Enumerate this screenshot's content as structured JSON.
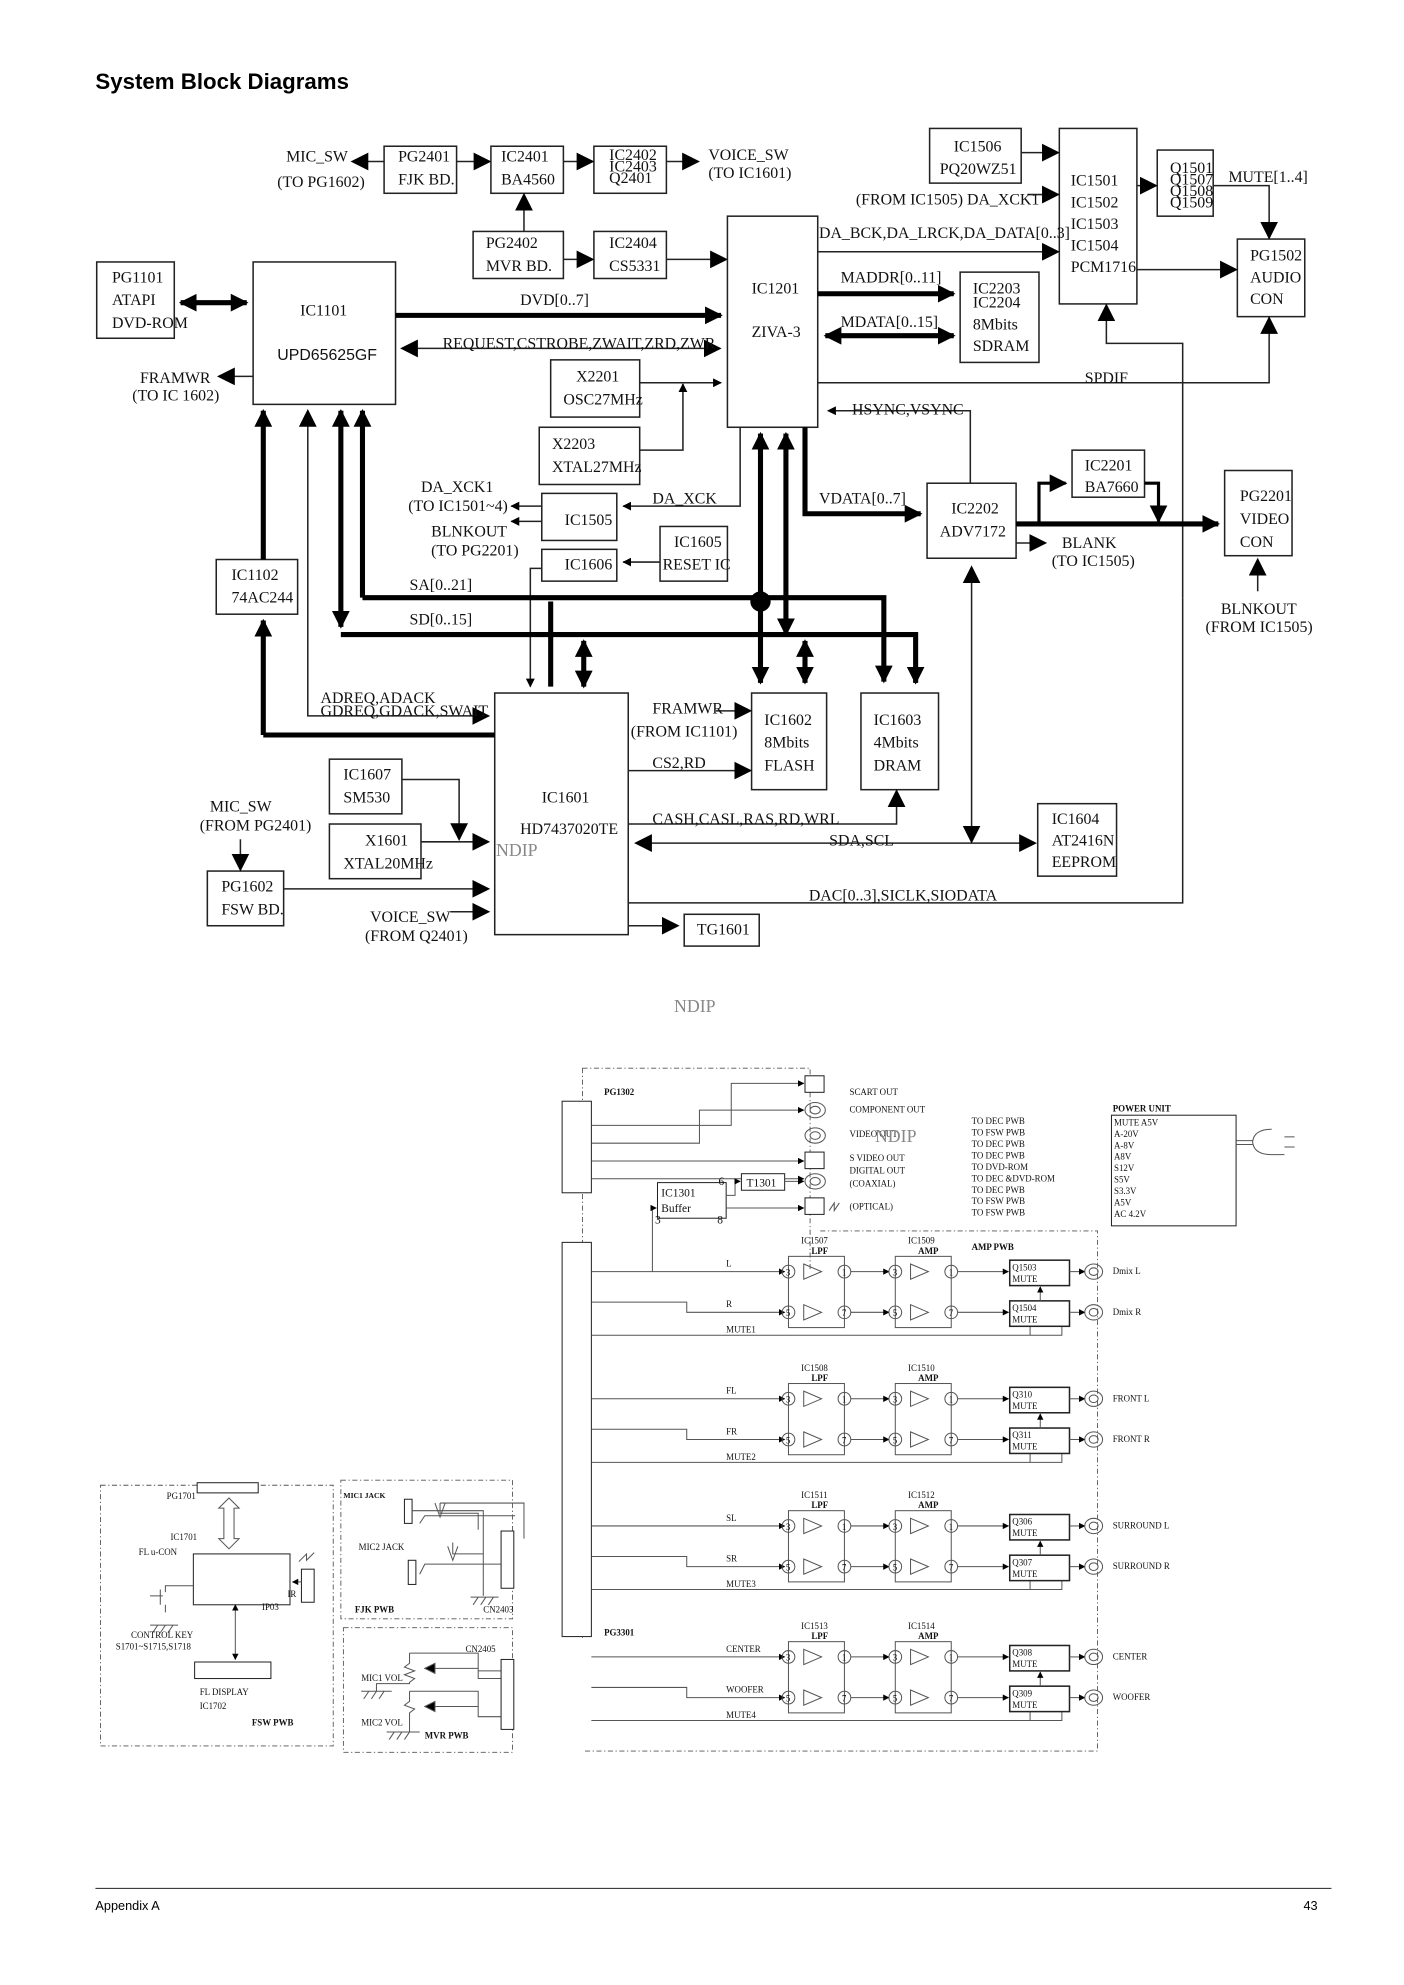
{
  "title": "System Block Diagrams",
  "footer": {
    "left": "Appendix A",
    "page_number": "43"
  },
  "watermark": "NDIP",
  "top_diagram": {
    "blocks": {
      "pg2401": [
        "PG2401",
        "FJK BD."
      ],
      "ic2401": [
        "IC2401",
        "BA4560"
      ],
      "ic2402": [
        "IC2402",
        "IC2403",
        "Q2401"
      ],
      "pg2402": [
        "PG2402",
        "MVR BD."
      ],
      "ic2404": [
        "IC2404",
        "CS5331"
      ],
      "ic1506": [
        "IC1506",
        "PQ20WZ51"
      ],
      "ic1501": [
        "IC1501",
        "IC1502",
        "IC1503",
        "IC1504",
        "PCM1716"
      ],
      "q1501": [
        "Q1501",
        "Q1507",
        "Q1508",
        "Q1509"
      ],
      "pg1502": [
        "PG1502",
        "AUDIO",
        "CON"
      ],
      "pg1101": [
        "PG1101",
        "ATAPI",
        "DVD-ROM"
      ],
      "ic1101": [
        "IC1101",
        "UPD65625GF"
      ],
      "ic1201": [
        "IC1201",
        "ZIVA-3"
      ],
      "ic2203": [
        "IC2203",
        "IC2204",
        "8Mbits",
        "SDRAM"
      ],
      "x2201": [
        "X2201",
        "OSC27MHz"
      ],
      "x2203": [
        "X2203",
        "XTAL27MHz"
      ],
      "ic1505": [
        "IC1505"
      ],
      "ic1605": [
        "IC1605",
        "RESET IC"
      ],
      "ic1606": [
        "IC1606"
      ],
      "ic2201": [
        "IC2201",
        "BA7660"
      ],
      "ic2202": [
        "IC2202",
        "ADV7172"
      ],
      "pg2201": [
        "PG2201",
        "VIDEO",
        "CON"
      ],
      "ic1102": [
        "IC1102",
        "74AC244"
      ],
      "ic1602": [
        "IC1602",
        "8Mbits",
        "FLASH"
      ],
      "ic1603": [
        "IC1603",
        "4Mbits",
        "DRAM"
      ],
      "ic1607": [
        "IC1607",
        "SM530"
      ],
      "x1601": [
        "X1601",
        "XTAL20MHz"
      ],
      "ic1601": [
        "IC1601",
        "HD7437020TE"
      ],
      "ic1604": [
        "IC1604",
        "AT2416N",
        "EEPROM"
      ],
      "pg1602": [
        "PG1602",
        "FSW BD."
      ],
      "tg1601": [
        "TG1601"
      ]
    },
    "signals": {
      "mic_sw_to": [
        "MIC_SW",
        "(TO PG1602)"
      ],
      "voice_sw_to": [
        "VOICE_SW",
        "(TO IC1601)"
      ],
      "da_xck1_from": "(FROM IC1505) DA_XCK1",
      "da_bus": "DA_BCK,DA_LRCK,DA_DATA[0..3]",
      "mute": "MUTE[1..4]",
      "maddr": "MADDR[0..11]",
      "mdata": "MDATA[0..15]",
      "dvd": "DVD[0..7]",
      "request": "REQUEST,CSTROBE,ZWAIT,ZRD,ZWR",
      "spdif": "SPDIF",
      "framwr_to": [
        "FRAMWR",
        "(TO IC 1602)"
      ],
      "hsync": "HSYNC,VSYNC",
      "da_xck1_to": [
        "DA_XCK1",
        "(TO IC1501~4)"
      ],
      "da_xck": "DA_XCK",
      "blnkout_to": [
        "BLNKOUT",
        "(TO PG2201)"
      ],
      "vdata": "VDATA[0..7]",
      "blank": [
        "BLANK",
        "(TO IC1505)"
      ],
      "blnkout_from": [
        "BLNKOUT",
        "(FROM IC1505)"
      ],
      "sa": "SA[0..21]",
      "sd": "SD[0..15]",
      "adreq": [
        "ADREQ,ADACK",
        "GDREQ,GDACK,SWAIT"
      ],
      "framwr_from": [
        "FRAMWR",
        "(FROM IC1101)"
      ],
      "cs2": "CS2,RD",
      "cash": "CASH,CASL,RAS,RD,WRL",
      "sda": "SDA,SCL",
      "dac": "DAC[0..3],SICLK,SIODATA",
      "mic_sw_from": [
        "MIC_SW",
        "(FROM PG2401)"
      ],
      "voice_sw_from": [
        "VOICE_SW",
        "(FROM Q2401)"
      ]
    }
  },
  "bottom_diagram": {
    "pg1302": "PG1302",
    "pg3301": "PG3301",
    "outputs": [
      "SCART OUT",
      "COMPONENT OUT",
      "VIDEO OUT",
      "S VIDEO OUT",
      "DIGITAL OUT",
      "(COAXIAL)",
      "(OPTICAL)"
    ],
    "ic1301": [
      "IC1301",
      "Buffer"
    ],
    "t1301": "T1301",
    "pins": {
      "p6": "6",
      "p3": "3",
      "p8": "8"
    },
    "destinations": [
      "TO DEC PWB",
      "TO FSW PWB",
      "TO DEC PWB",
      "TO DEC PWB",
      "TO DVD-ROM",
      "TO DEC &DVD-ROM",
      "TO DEC PWB",
      "TO FSW PWB",
      "TO FSW PWB"
    ],
    "power_unit_label": "POWER UNIT",
    "power_rails": [
      "MUTE A5V",
      "A-20V",
      "A-8V",
      "A8V",
      "S12V",
      "S5V",
      "S3.3V",
      "A5V",
      "AC 4.2V"
    ],
    "amp_pwb_label": "AMP PWB",
    "channels": [
      {
        "ic1": "IC1507",
        "ic2": "IC1509",
        "in": [
          "L",
          "R"
        ],
        "mute_line": "MUTE1",
        "q": [
          "Q1503",
          "Q1504"
        ],
        "out": [
          "Dmix L",
          "Dmix R"
        ]
      },
      {
        "ic1": "IC1508",
        "ic2": "IC1510",
        "in": [
          "FL",
          "FR"
        ],
        "mute_line": "MUTE2",
        "q": [
          "Q310",
          "Q311"
        ],
        "out": [
          "FRONT L",
          "FRONT R"
        ]
      },
      {
        "ic1": "IC1511",
        "ic2": "IC1512",
        "in": [
          "SL",
          "SR"
        ],
        "mute_line": "MUTE3",
        "q": [
          "Q306",
          "Q307"
        ],
        "out": [
          "SURROUND L",
          "SURROUND R"
        ]
      },
      {
        "ic1": "IC1513",
        "ic2": "IC1514",
        "in": [
          "CENTER",
          "WOOFER"
        ],
        "mute_line": "MUTE4",
        "q": [
          "Q308",
          "Q309"
        ],
        "out": [
          "CENTER",
          "WOOFER"
        ]
      }
    ],
    "amp_sub1": "LPF",
    "amp_sub2": "AMP",
    "mute_label": "MUTE",
    "amp_pins": [
      "3",
      "1",
      "5",
      "7"
    ],
    "fsw": {
      "pg1701": "PG1701",
      "ic1701": [
        "IC1701",
        "FL u-CON"
      ],
      "ir": "IR",
      "pin": "IP03",
      "control_key": [
        "CONTROL KEY",
        "S1701~S1715,S1718"
      ],
      "fl_display": [
        "FL DISPLAY",
        "IC1702"
      ],
      "pwb": "FSW PWB"
    },
    "fjk": {
      "mic1": "MIC1 JACK",
      "mic2": "MIC2 JACK",
      "cn": "CN2403",
      "pwb": "FJK PWB"
    },
    "mvr": {
      "cn": "CN2405",
      "vol1": "MIC1 VOL",
      "vol2": "MIC2 VOL",
      "pwb": "MVR PWB"
    }
  }
}
